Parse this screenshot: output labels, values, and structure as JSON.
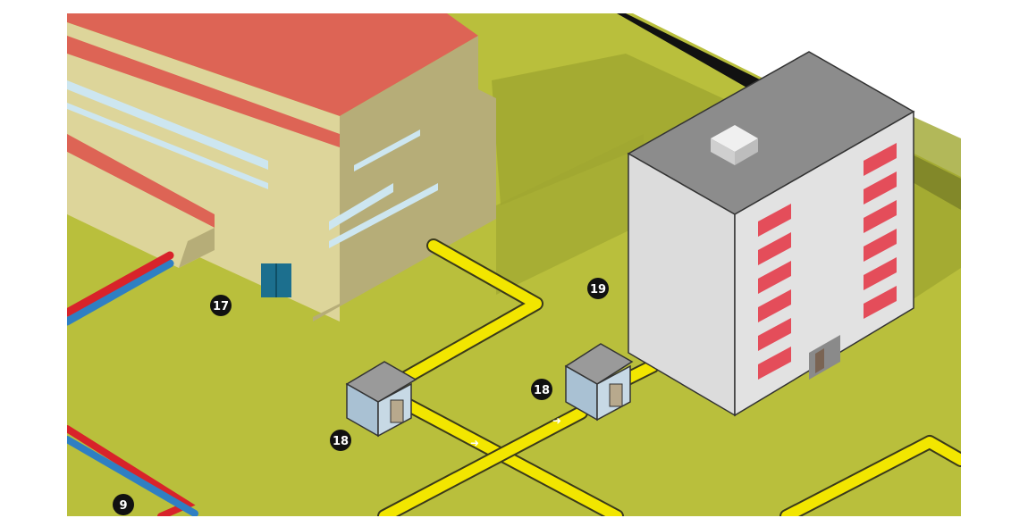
{
  "colors": {
    "ground": "#b9bf3c",
    "ground_shadow": "#9fa630",
    "gas_pipe": "#f2e600",
    "gas_pipe_outline": "#3a3a1a",
    "hot_water_pipe": "#d8232a",
    "cold_water_pipe": "#2f7fc3",
    "factory_wall": "#ddd59a",
    "factory_wall_side": "#b6ad78",
    "factory_roof": "#dd6455",
    "apartment_roof": "#8c8c8c",
    "apartment_wall": "#e2e2e2",
    "balcony": "#e44d5a",
    "station_wall": "#a9c1d3",
    "station_roof": "#9a9a9a",
    "window": "#cde6f0",
    "door": "#1c6f8e"
  },
  "markers": [
    {
      "id": "marker-17",
      "label": "17"
    },
    {
      "id": "marker-19",
      "label": "19"
    },
    {
      "id": "marker-18a",
      "label": "18"
    },
    {
      "id": "marker-18b",
      "label": "18"
    },
    {
      "id": "marker-9",
      "label": "9"
    }
  ],
  "icons": {
    "flow_arrow_1": "flow-arrow-icon",
    "flow_arrow_2": "flow-arrow-icon"
  }
}
